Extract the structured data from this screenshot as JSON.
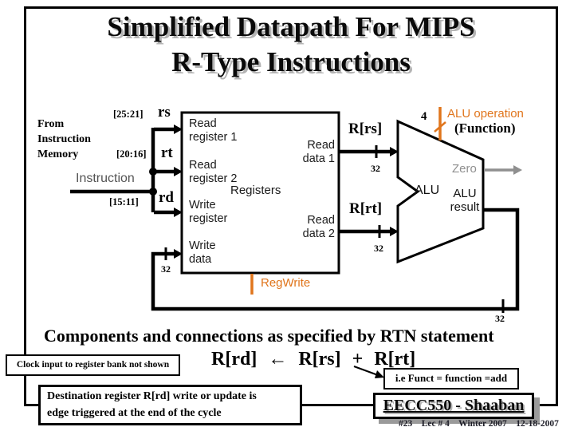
{
  "slide": {
    "title": {
      "line1": "Simplified Datapath For MIPS",
      "line2": "R-Type Instructions"
    },
    "colors": {
      "orange": "#e0751c",
      "gray": "#8f8f8f",
      "black": "#000000",
      "instruction_gray": "#545454"
    }
  },
  "diagram": {
    "source_label": "From\nInstruction\nMemory",
    "instruction_label": "Instruction",
    "fields": [
      {
        "bits": "[25:21]",
        "name": "rs"
      },
      {
        "bits": "[20:16]",
        "name": "rt"
      },
      {
        "bits": "[15:11]",
        "name": "rd"
      }
    ],
    "regfile": {
      "read_register_1": "Read\nregister 1",
      "read_register_2": "Read\nregister 2",
      "title": "Registers",
      "write_register": "Write\nregister",
      "write_data": "Write\ndata",
      "read_data_1": "Read\ndata 1",
      "read_data_2": "Read\ndata 2"
    },
    "alu": {
      "name": "ALU",
      "result": "ALU\nresult",
      "zero": "Zero"
    },
    "control": {
      "alu_op_width": "4",
      "alu_op_label": "ALU operation",
      "alu_op_sub": "(Function)",
      "reg_write": "RegWrite"
    },
    "values": {
      "rs": "R[rs]",
      "rt": "R[rt]"
    },
    "bus_width": "32"
  },
  "notes": {
    "rtn": "Components and connections as specified by RTN statement",
    "equation": {
      "dest": "R[rd]",
      "assign": "←",
      "src1": "R[rs]",
      "op": "+",
      "src2": "R[rt]"
    },
    "clock": "Clock input to register bank not shown",
    "funct": "i.e Funct = function =add",
    "destination": "Destination register R[rd] write or update is\nedge triggered at the end of the cycle"
  },
  "footer": {
    "course": "EECC550 - Shaaban",
    "info": "#23    Lec # 4    Winter 2007    12-18-2007"
  }
}
